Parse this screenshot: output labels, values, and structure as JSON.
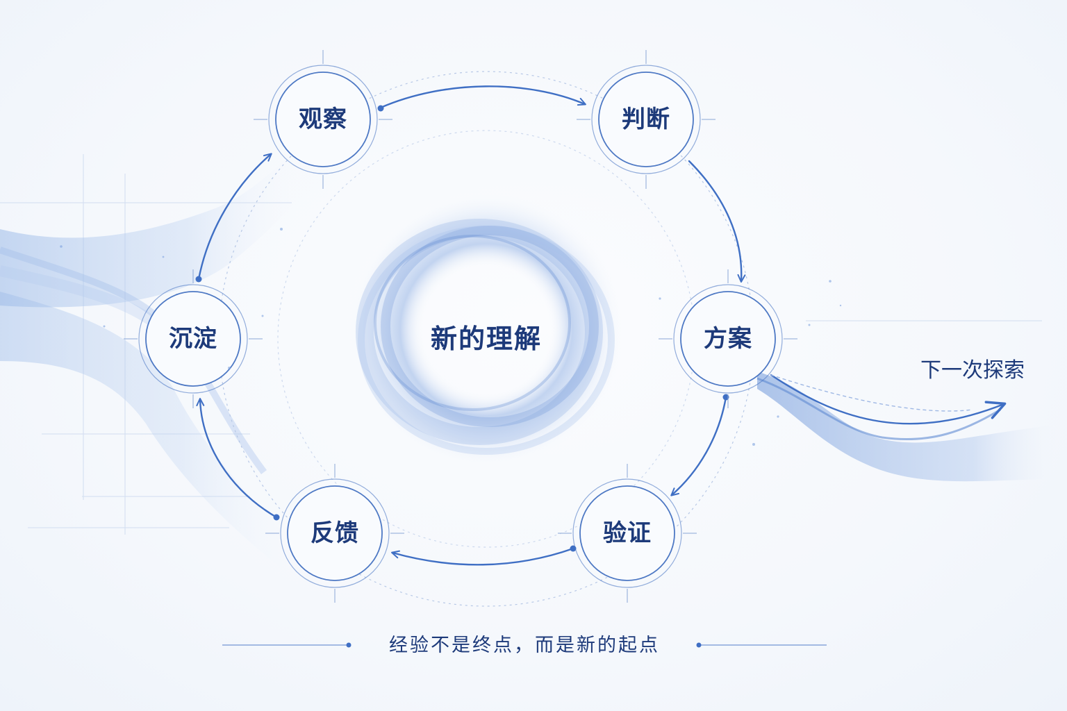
{
  "center": {
    "label": "新的理解"
  },
  "nodes": [
    {
      "id": "observe",
      "label": "观察"
    },
    {
      "id": "judge",
      "label": "判断"
    },
    {
      "id": "plan",
      "label": "方案"
    },
    {
      "id": "verify",
      "label": "验证"
    },
    {
      "id": "feedback",
      "label": "反馈"
    },
    {
      "id": "settle",
      "label": "沉淀"
    }
  ],
  "exit": {
    "label": "下一次探索"
  },
  "footer": {
    "caption": "经验不是终点，而是新的起点"
  },
  "colors": {
    "ink": "#1d3a7a",
    "accent": "#3f6fc4",
    "wash": "#8fb1e6",
    "ring": "#6a8fcf"
  }
}
